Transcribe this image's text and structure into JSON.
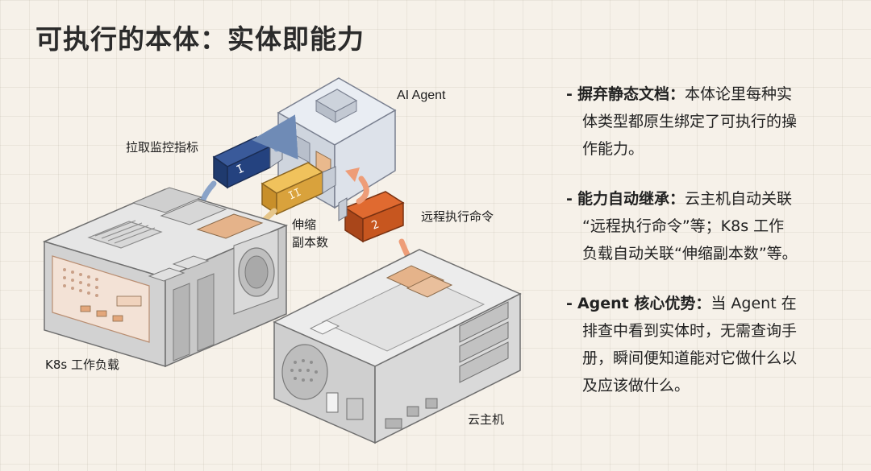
{
  "title": "可执行的本体：实体即能力",
  "labels": {
    "ai_agent": "AI Agent",
    "pull_metrics": "拉取监控指标",
    "scale_replicas_1": "伸缩",
    "scale_replicas_2": "副本数",
    "remote_exec": "远程执行命令",
    "k8s_workload": "K8s 工作负载",
    "cloud_host": "云主机"
  },
  "bullets": [
    {
      "dash": "-",
      "head": "摒弃静态文档：",
      "line1": "本体论里每种实",
      "line2": "体类型都原生绑定了可执行的操",
      "line3": "作能力。"
    },
    {
      "dash": "-",
      "head": "能力自动继承：",
      "line1": "云主机自动关联",
      "line2": "“远程执行命令”等；K8s 工作",
      "line3": "负载自动关联“伸缩副本数”等。"
    },
    {
      "dash": "-",
      "head": "Agent 核心优势：",
      "line1": "当 Agent 在",
      "line2": "排查中看到实体时，无需查询手",
      "line3": "册，瞬间便知道能对它做什么以",
      "line4": "及应该做什么。"
    }
  ],
  "colors": {
    "navy_plug": "#24427f",
    "gold_plug": "#d9a23c",
    "orange_plug": "#c7561f",
    "hardware_gray": "#dcdcdc",
    "slot_orange": "#e2a57a"
  }
}
